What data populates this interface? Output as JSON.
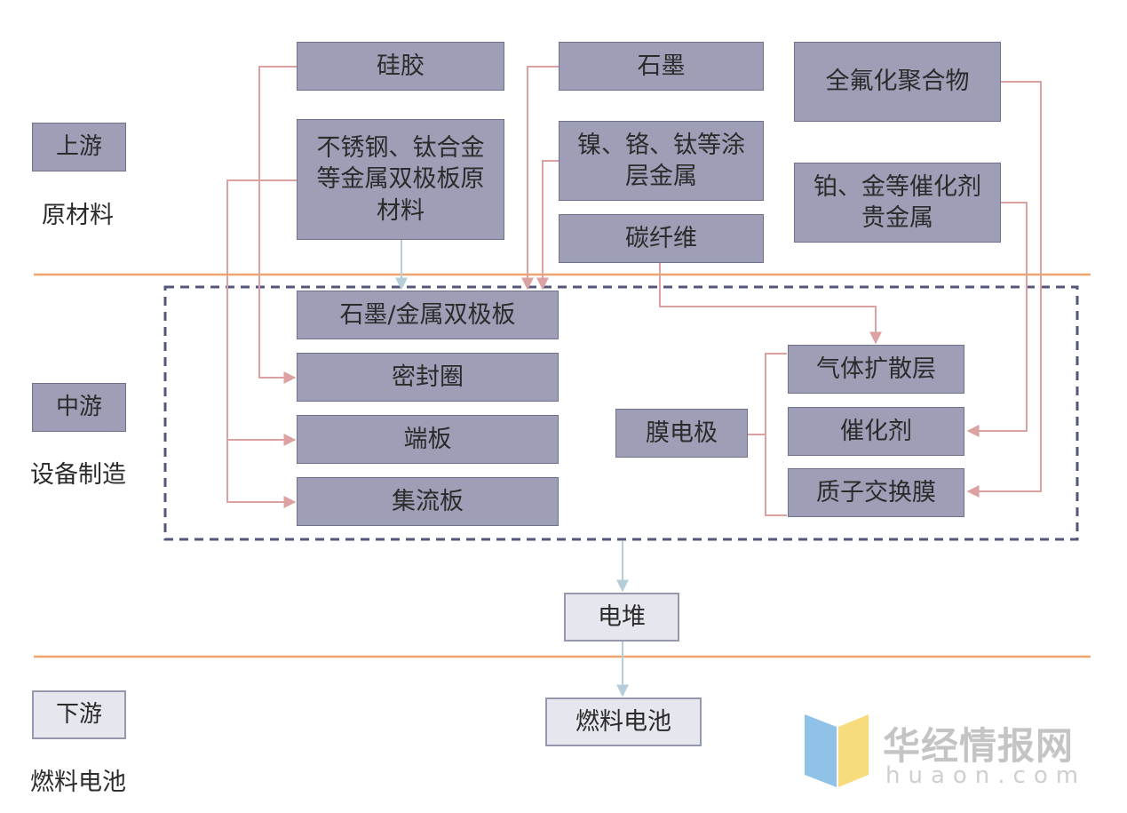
{
  "stages": {
    "upstream": {
      "tag": "上游",
      "label": "原材料"
    },
    "midstream": {
      "tag": "中游",
      "label": "设备制造"
    },
    "downstream": {
      "tag": "下游",
      "label": "燃料电池"
    }
  },
  "raw_materials": {
    "silica_gel": "硅胶",
    "bipolar_raw": "不锈钢、钛合金等金属双极板原材料",
    "graphite": "石墨",
    "coating_metals": "镍、铬、钛等涂层金属",
    "carbon_fiber": "碳纤维",
    "perfluoro_polymer": "全氟化聚合物",
    "catalyst_metals": "铂、金等催化剂贵金属"
  },
  "components": {
    "bipolar_plate": "石墨/金属双极板",
    "seal_ring": "密封圈",
    "end_plate": "端板",
    "collector_plate": "集流板",
    "mea": "膜电极",
    "gdl": "气体扩散层",
    "catalyst": "催化剂",
    "pem": "质子交换膜"
  },
  "products": {
    "stack": "电堆",
    "fuel_cell": "燃料电池"
  },
  "watermark": {
    "name": "华经情报网",
    "domain": "huaon.com"
  },
  "colors": {
    "stage_line": "#f0a46e",
    "arrow_pink": "#dca2a2",
    "arrow_blue": "#b5cdd8",
    "dashed_border": "#53577a",
    "box_dark": "#9e9fb6",
    "box_light": "#e6e7ee"
  }
}
